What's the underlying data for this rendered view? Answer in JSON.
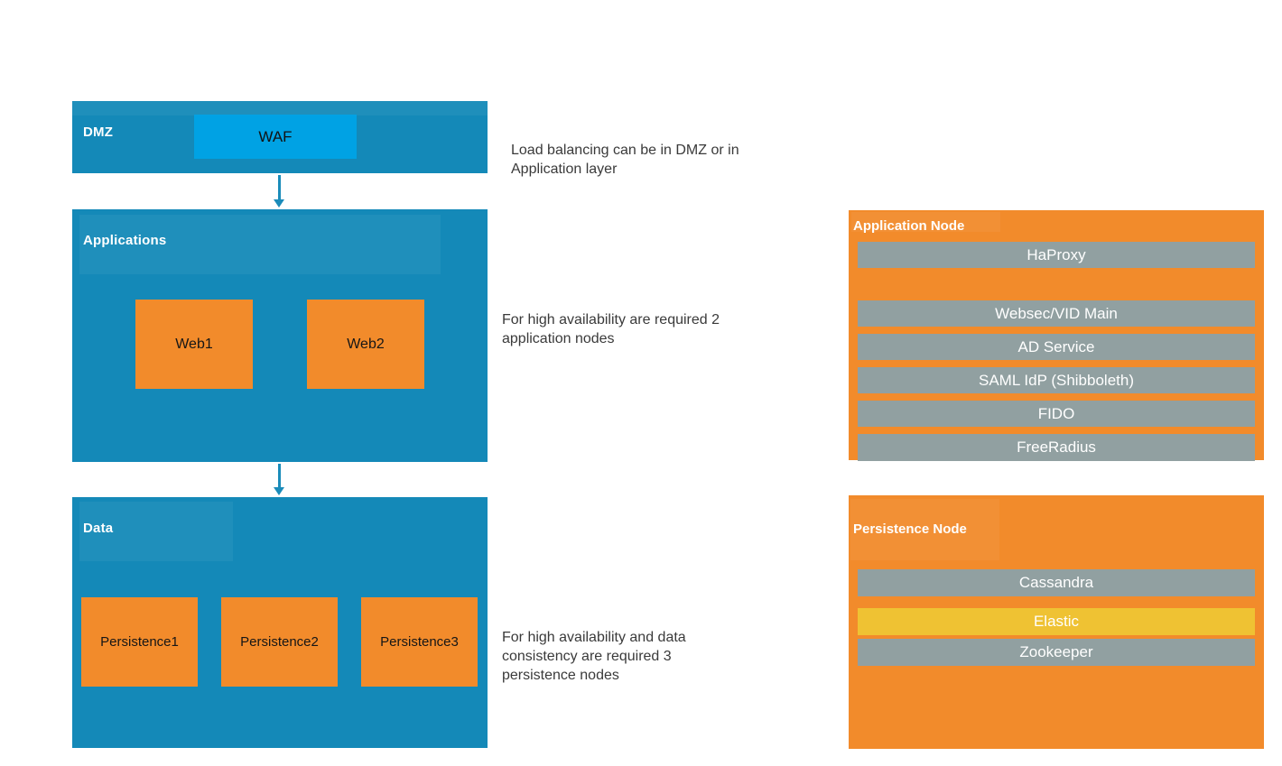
{
  "colors": {
    "layer_blue": "#1489B8",
    "waf_blue": "#00A2E4",
    "node_orange": "#F28B2B",
    "service_gray": "#91A0A1",
    "elastic_yellow": "#EFC233",
    "arrow_blue": "#1B8CBA",
    "note_text": "#3A3A3A"
  },
  "layers": [
    {
      "label": "DMZ",
      "nodes": [
        {
          "label": "WAF"
        }
      ]
    },
    {
      "label": "Applications",
      "nodes": [
        {
          "label": "Web1"
        },
        {
          "label": "Web2"
        }
      ]
    },
    {
      "label": "Data",
      "nodes": [
        {
          "label": "Persistence1"
        },
        {
          "label": "Persistence2"
        },
        {
          "label": "Persistence3"
        }
      ]
    }
  ],
  "annotations": [
    {
      "lines": [
        "Load balancing can be in DMZ or in",
        "Application layer"
      ]
    },
    {
      "lines": [
        "For high availability are required 2",
        "application nodes"
      ]
    },
    {
      "lines": [
        "For high availability and data",
        "consistency are required 3",
        "persistence nodes"
      ]
    }
  ],
  "panels": [
    {
      "title": "Application Node",
      "services": [
        "HaProxy",
        "Websec/VID Main",
        "AD Service",
        "SAML IdP (Shibboleth)",
        "FIDO",
        "FreeRadius"
      ]
    },
    {
      "title": "Persistence Node",
      "services": [
        "Cassandra",
        "Elastic",
        "Zookeeper"
      ],
      "highlighted_service": "Elastic"
    }
  ]
}
